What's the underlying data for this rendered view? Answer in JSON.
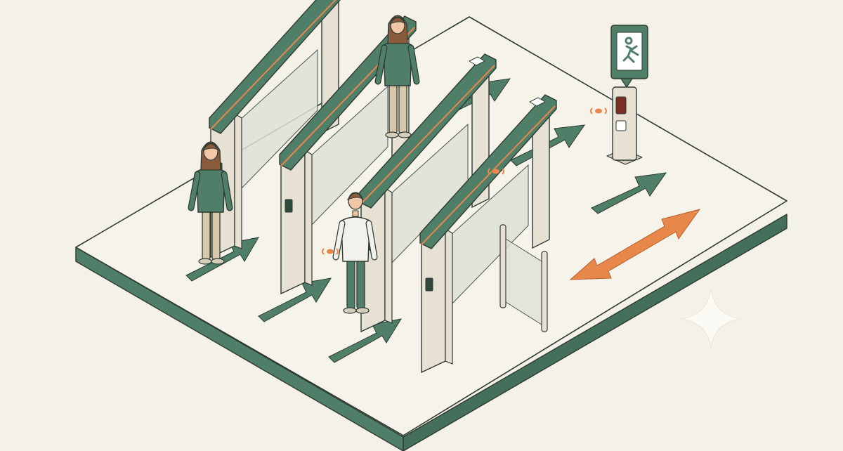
{
  "colors": {
    "background": "#f4f1e8",
    "floor_top": "#f6f3ea",
    "floor_side": "#4f7f68",
    "floor_side_dark": "#44705b",
    "outline": "#2e3a33",
    "gate_green": "#4f7f68",
    "gate_body": "#e6e1d3",
    "gate_shade": "#d4cebd",
    "glass": "#dfe2d8",
    "accent_orange": "#e8874a",
    "skin": "#f1c7a8",
    "hair": "#8a5a3c",
    "shirt_green": "#4f7f68",
    "shirt_white": "#f3f1ec",
    "pants_beige": "#d8c7aa",
    "pants_green": "#4f7f68",
    "sign_white": "#ffffff"
  },
  "icons": [
    "exit-sign-icon",
    "running-man-icon",
    "nfc-signal-icon",
    "card-reader-icon",
    "sparkle-icon"
  ],
  "scene": {
    "gate_count": 4,
    "people_count": 3,
    "direction_arrows": 7,
    "bidirectional_arrows": 1
  }
}
